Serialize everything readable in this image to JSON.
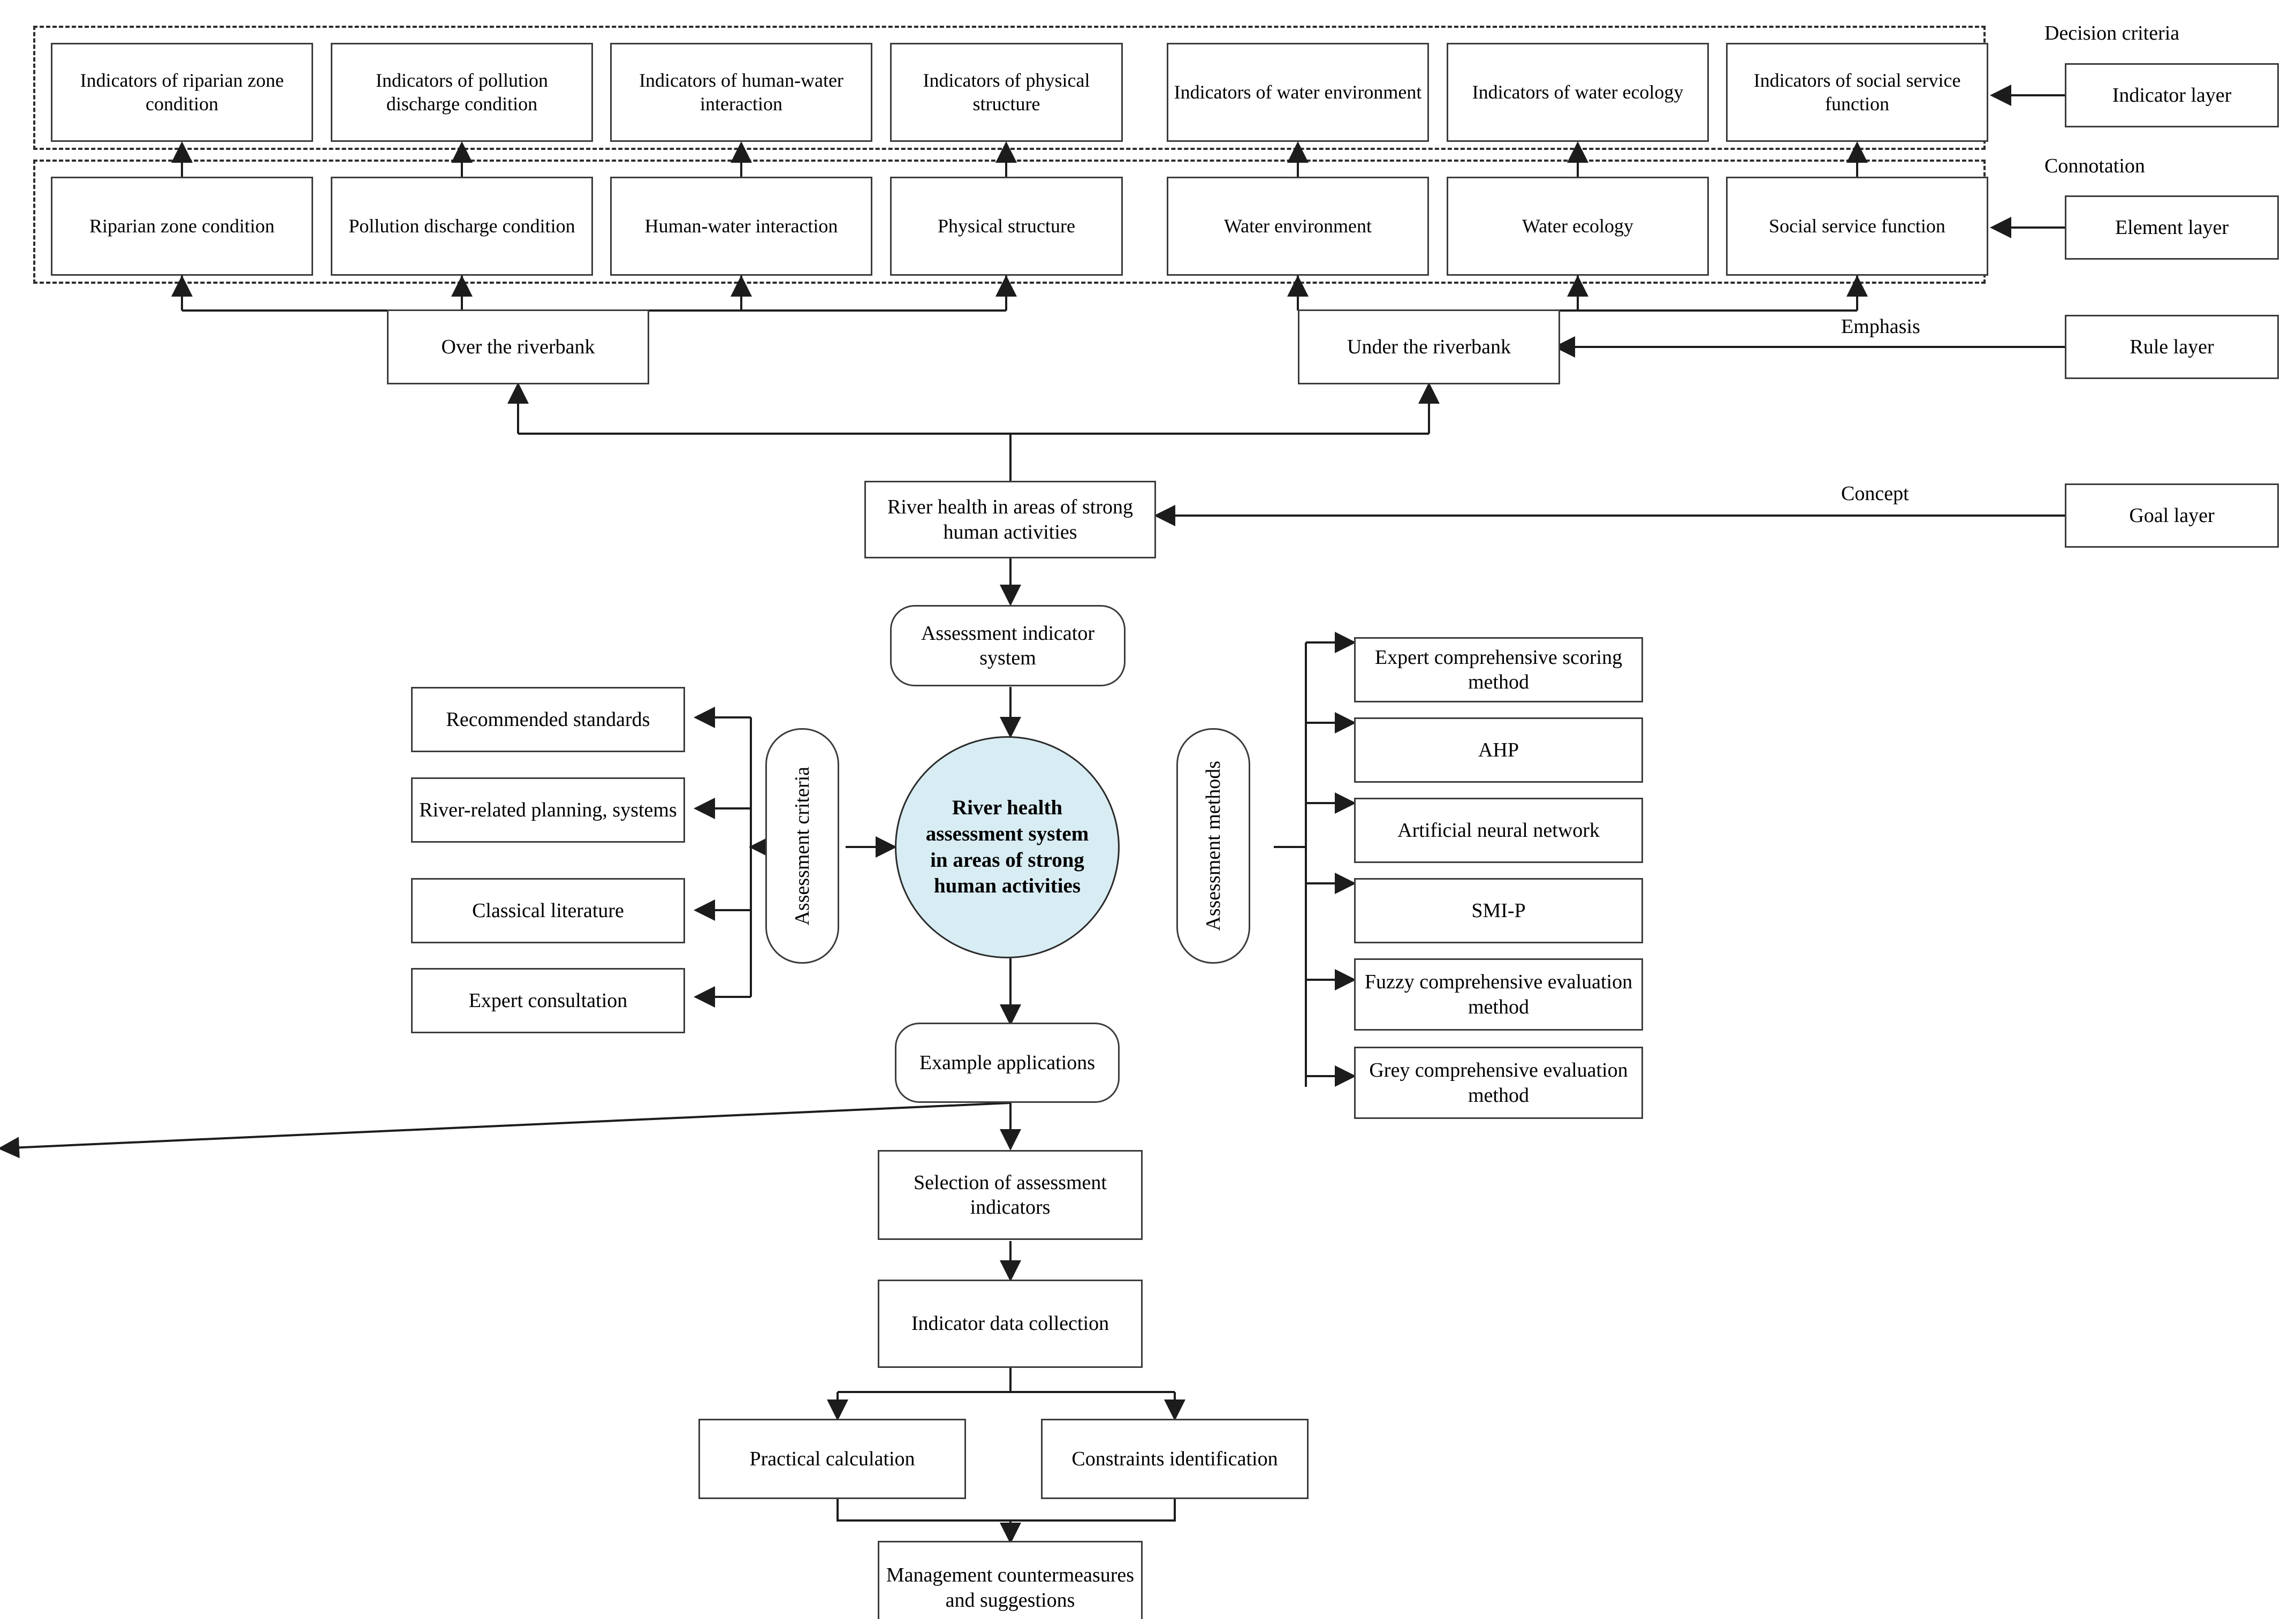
{
  "diagram": {
    "title_present": false,
    "accent_circle_color": "#d8ecf3",
    "line_color": "#2e2e2e"
  },
  "layers": {
    "indicator": {
      "region_label": "Decision criteria",
      "side_label": "Indicator layer",
      "boxes": [
        "Indicators of riparian zone condition",
        "Indicators of pollution discharge condition",
        "Indicators of human-water interaction",
        "Indicators of physical structure",
        "Indicators of water environment",
        "Indicators of water ecology",
        "Indicators of social service function"
      ]
    },
    "element": {
      "region_label": "Connotation",
      "side_label": "Element layer",
      "boxes": [
        "Riparian zone condition",
        "Pollution discharge condition",
        "Human-water interaction",
        "Physical structure",
        "Water environment",
        "Water ecology",
        "Social service function"
      ]
    },
    "rule": {
      "region_label": "Emphasis",
      "side_label": "Rule layer",
      "boxes": [
        "Over the riverbank",
        "Under the riverbank"
      ]
    },
    "goal": {
      "region_label": "Concept",
      "side_label": "Goal layer",
      "boxes": [
        "River health in areas of strong human activities"
      ]
    }
  },
  "core": {
    "top_node": "Assessment indicator system",
    "center_node": "River health assessment system in areas of strong human activities",
    "bottom_node": "Example applications",
    "left_group_label": "Assessment criteria",
    "right_group_label": "Assessment methods"
  },
  "criteria_items": [
    "Recommended standards",
    "River-related planning, systems",
    "Classical literature",
    "Expert consultation"
  ],
  "method_items": [
    "Expert comprehensive scoring method",
    "AHP",
    "Artificial neural network",
    "SMI-P",
    "Fuzzy comprehensive evaluation method",
    "Grey comprehensive evaluation method"
  ],
  "workflow": [
    "Selection of assessment indicators",
    "Indicator data collection",
    "Practical calculation",
    "Constraints identification",
    "Management countermeasures and suggestions"
  ]
}
